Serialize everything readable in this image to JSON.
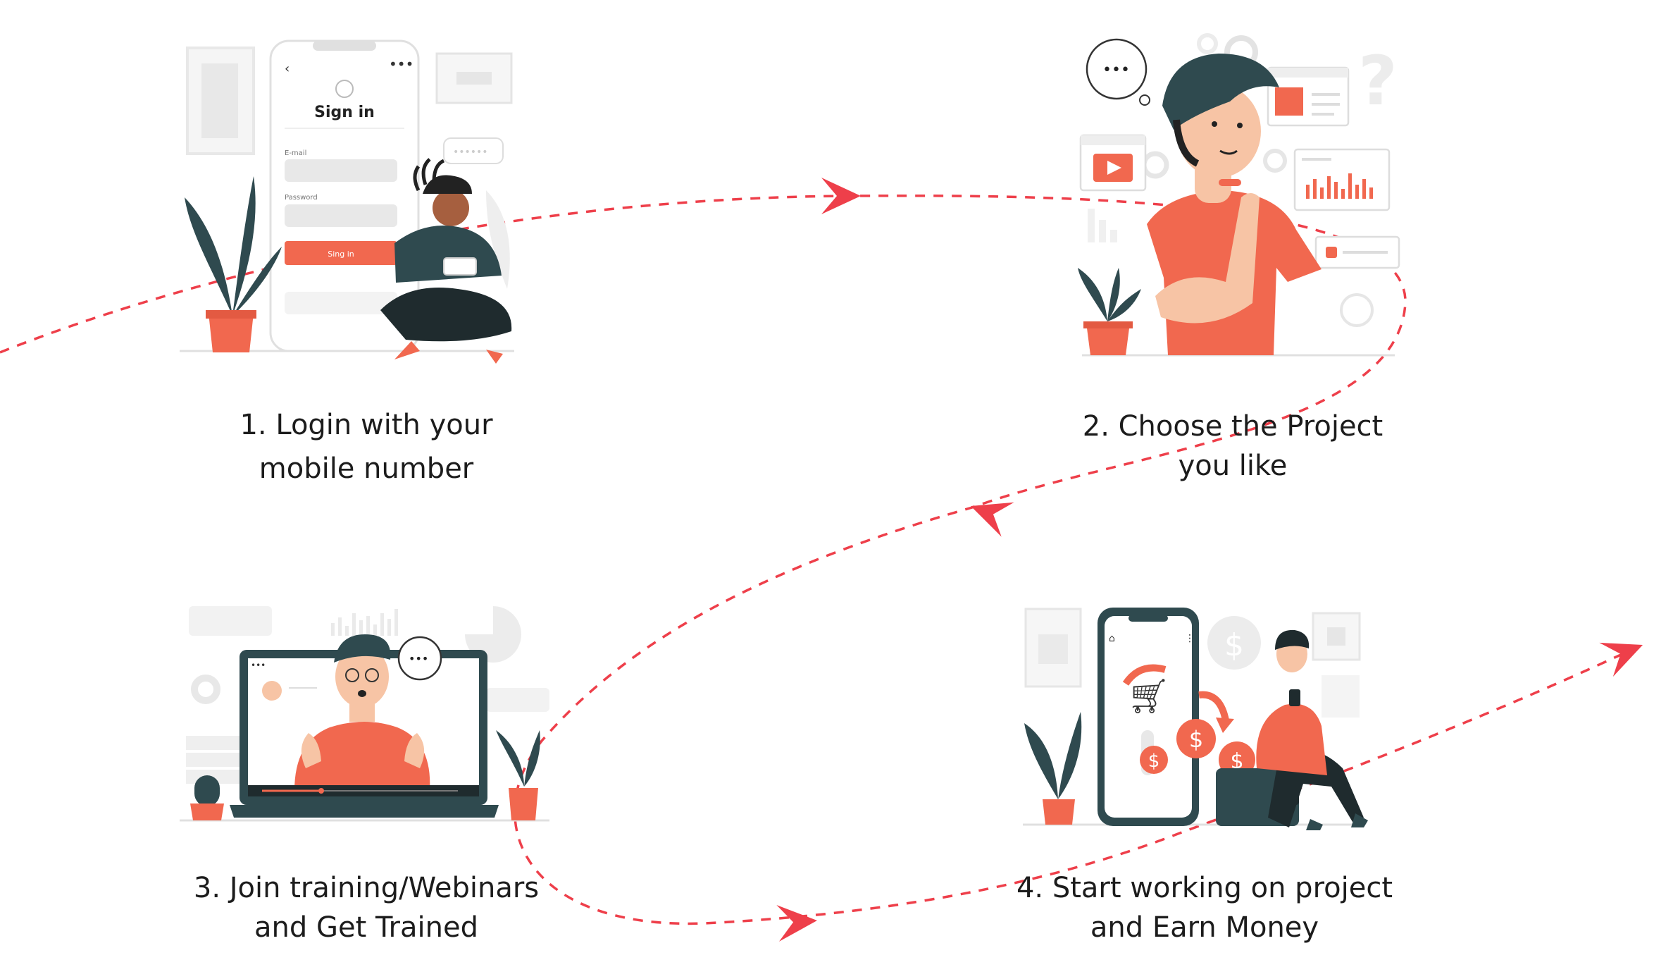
{
  "steps": [
    {
      "line1": "1. Login with your",
      "line2": "mobile number"
    },
    {
      "line1": "2. Choose the Project",
      "line2": "you like"
    },
    {
      "line1": "3. Join training/Webinars",
      "line2": "and Get Trained"
    },
    {
      "line1": "4. Start working on project",
      "line2": "and Earn Money"
    }
  ],
  "phone_screen": {
    "title": "Sign in",
    "email_label": "E-mail",
    "password_label": "Password",
    "button_label": "Sing in"
  },
  "colors": {
    "accent": "#F1684F",
    "path": "#EE3F4A",
    "dark": "#2F4A4F",
    "light_gray": "#EBEBEB",
    "skin": "#F7C4A5"
  }
}
